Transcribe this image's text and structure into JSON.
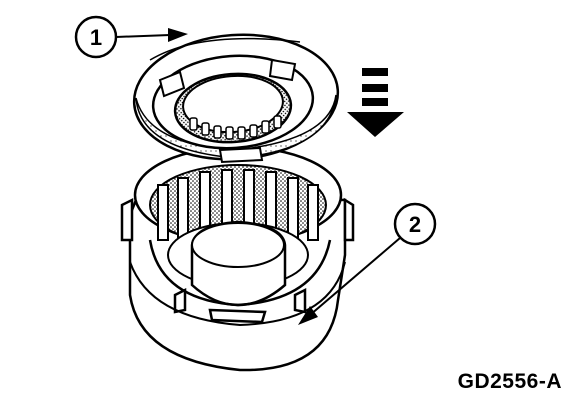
{
  "callouts": [
    {
      "number": "1"
    },
    {
      "number": "2"
    }
  ],
  "figure_id": "GD2556-A",
  "colors": {
    "ink": "#000000",
    "paper": "#ffffff",
    "shade": "#9a9a9a"
  },
  "icons": [
    "install-direction-arrow-icon"
  ]
}
